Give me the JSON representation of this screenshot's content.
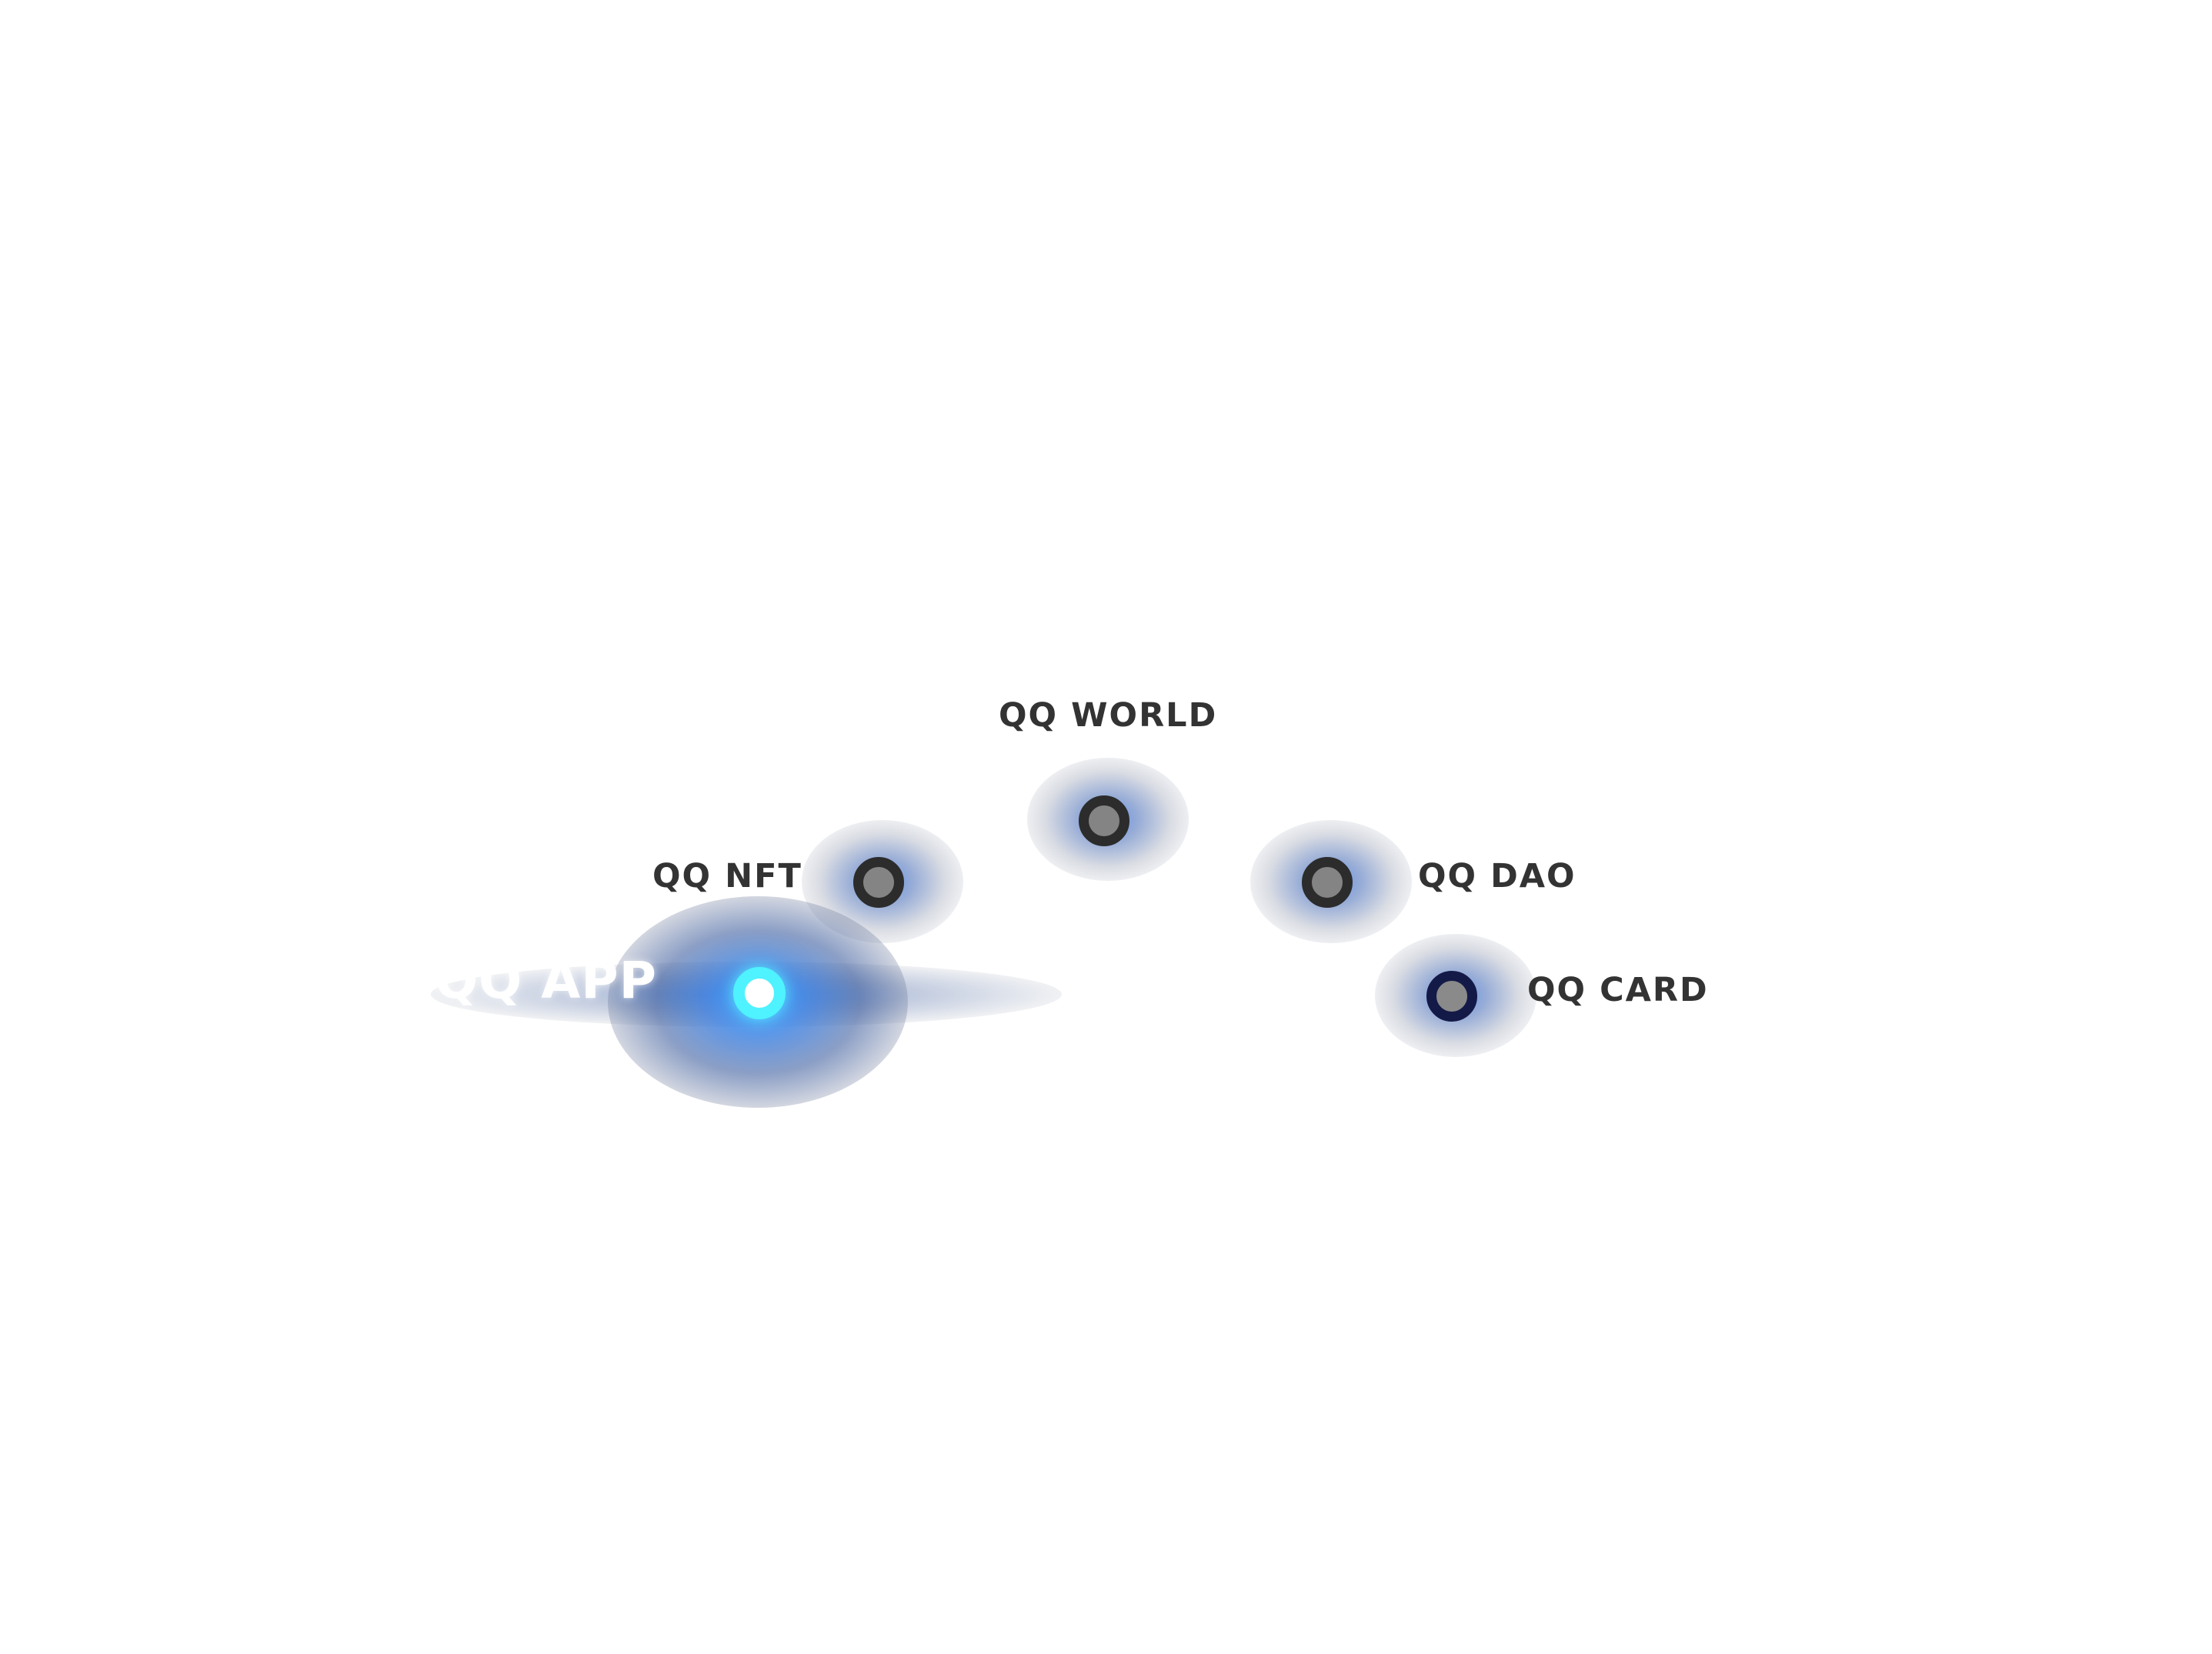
{
  "nodes": [
    {
      "id": "world",
      "label": "QQ WORLD",
      "state": "default"
    },
    {
      "id": "nft",
      "label": "QQ NFT",
      "state": "default"
    },
    {
      "id": "dao",
      "label": "QQ DAO",
      "state": "default"
    },
    {
      "id": "app",
      "label": "QQ APP",
      "state": "active"
    },
    {
      "id": "card",
      "label": "QQ CARD",
      "state": "default"
    }
  ],
  "colors": {
    "background": "#ffffff",
    "label": "#333333",
    "active_label": "#ffffff",
    "active_ring": "#4ff2ff",
    "node_ring": "#2c2c2c",
    "card_ring": "#141a47",
    "glow": "#3a7ad8"
  }
}
